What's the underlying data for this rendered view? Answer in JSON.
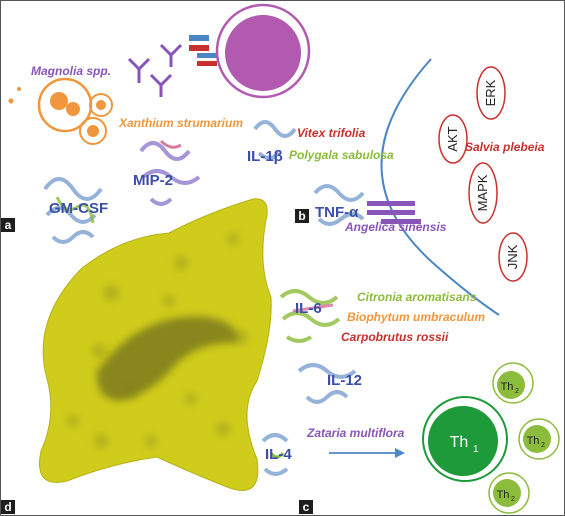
{
  "panels": {
    "a": "a",
    "b": "b",
    "c": "c",
    "d": "d"
  },
  "cytokines": {
    "gmcsf": "GM-CSF",
    "mip2": "MIP-2",
    "il1b": "IL-1β",
    "tnfa": "TNF-α",
    "il6": "IL-6",
    "il12": "IL-12",
    "il4": "IL-4"
  },
  "kinases": {
    "erk": "ERK",
    "akt": "AKT",
    "mapk": "MAPK",
    "jnk": "JNK"
  },
  "plants": {
    "magnolia": "Magnolia spp.",
    "xanthium": "Xanthium strumarium",
    "vitex": "Vitex trifolia",
    "polygala": "Polygala sabulosa",
    "salvia": "Salvia plebeia",
    "angelica": "Angelica sinensis",
    "citronia": "Citronia aromatisans",
    "biophytum": "Biophytum umbraculum",
    "carpobrutus": "Carpobrutus rossii",
    "zataria": "Zataria multiflora"
  },
  "cells": {
    "th1": "Th",
    "th1_sub": "1",
    "th2": "Th",
    "th2_sub": "2"
  },
  "colors": {
    "purple": "#8a55b8",
    "orange": "#f0963c",
    "red": "#c8312d",
    "green": "#8cbc3c",
    "cytokine_blue": "#3a4ea8",
    "macrophage": "#cfcc1c",
    "th1_fill": "#1f9a3a",
    "membrane": "#4d86c6",
    "cell_magenta": "#b25ab0"
  }
}
